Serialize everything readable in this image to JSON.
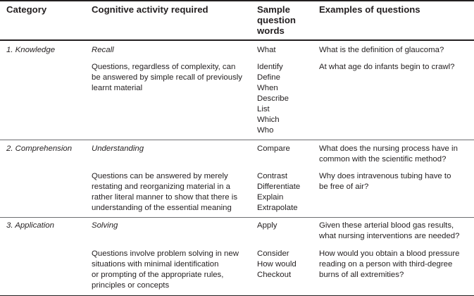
{
  "headers": {
    "category": "Category",
    "cognitive": "Cognitive activity required",
    "sample": [
      "Sample",
      "question",
      "words"
    ],
    "examples": "Examples of questions"
  },
  "rows": [
    {
      "category": "1. Knowledge",
      "activity": "Recall",
      "activity_desc": [
        "Questions, regardless of complexity, can",
        "be answered by simple recall of previously",
        "learnt material"
      ],
      "words_top": "What",
      "words_more": [
        "Identify",
        "Define",
        "When",
        "Describe",
        "List",
        "Which",
        "Who"
      ],
      "example_1": "What is the definition of glaucoma?",
      "example_2": [
        "At what age do infants begin to crawl?"
      ]
    },
    {
      "category": "2. Comprehension",
      "activity": "Understanding",
      "activity_desc": [
        "Questions can be answered by merely",
        "restating and reorganizing material in a",
        "rather literal manner to show that there is",
        "understanding of the essential meaning"
      ],
      "words_top": "Compare",
      "words_more": [
        "Contrast",
        "Differentiate",
        "Explain",
        "Extrapolate"
      ],
      "example_1": [
        "What does the nursing process have in",
        "common with the scientific method?"
      ],
      "example_2": [
        "Why does intravenous tubing have to",
        "be free of air?"
      ]
    },
    {
      "category": "3. Application",
      "activity": "Solving",
      "activity_desc": [
        "Questions involve problem solving in new",
        "situations with minimal identification",
        "or prompting of the appropriate rules,",
        "principles or concepts"
      ],
      "words_top": "Apply",
      "words_more": [
        "Consider",
        "How would",
        "Checkout"
      ],
      "example_1": [
        "Given these arterial blood gas results,",
        "what nursing interventions are needed?"
      ],
      "example_2": [
        "How would you obtain a blood pressure",
        "reading on a person with third-degree",
        "burns of all extremities?"
      ]
    }
  ]
}
